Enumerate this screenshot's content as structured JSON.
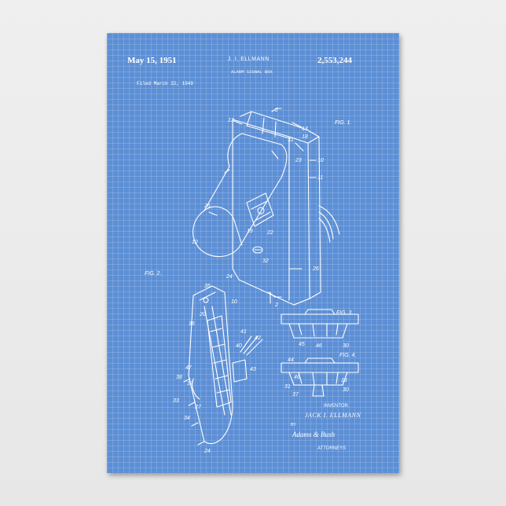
{
  "header": {
    "date": "May 15, 1951",
    "inventor_name": "J. I. ELLMANN",
    "patent_number": "2,553,244",
    "title": "ALARM SIGNAL BOX",
    "filed": "Filed March 22, 1949"
  },
  "figures": {
    "fig1_label": "FIG. 1.",
    "fig2_label": "FIG. 2.",
    "fig3_label": "FIG. 3.",
    "fig4_label": "FIG. 4.",
    "refs": [
      "13",
      "2",
      "14",
      "18",
      "31",
      "23",
      "10",
      "25",
      "11",
      "12",
      "19",
      "22",
      "26",
      "24",
      "32",
      "2",
      "35",
      "10",
      "20",
      "36",
      "41",
      "42",
      "40",
      "43",
      "47",
      "37",
      "27",
      "33",
      "38",
      "34",
      "24",
      "45",
      "46",
      "30",
      "44",
      "18",
      "46",
      "30",
      "31",
      "37"
    ]
  },
  "footer": {
    "inventor_label": "INVENTOR.",
    "inventor_signature": "JACK I. ELLMANN",
    "by": "BY",
    "attorney_signature": "Adams & Bush",
    "attorneys_label": "ATTORNEYS"
  },
  "colors": {
    "paper": "#5c8fd5",
    "ink": "#ffffff",
    "wall": "#ebebeb"
  }
}
